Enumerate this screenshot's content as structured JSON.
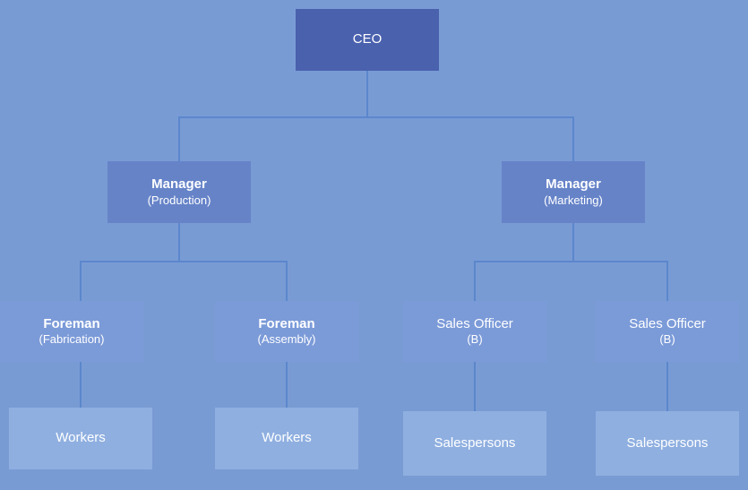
{
  "chart_data": {
    "type": "diagram",
    "diagram_kind": "organizational-chart",
    "title": "",
    "background_color": "#799bd4",
    "connector_color": "#5b87cc",
    "levels": [
      {
        "level": 0,
        "color": "#4a61ae"
      },
      {
        "level": 1,
        "color": "#6683c8"
      },
      {
        "level": 2,
        "color": "#7b9ad8"
      },
      {
        "level": 3,
        "color": "#8fafe0"
      }
    ],
    "nodes": [
      {
        "id": "ceo",
        "title": "CEO",
        "sub": "",
        "bold": false,
        "level": 0,
        "parent": null
      },
      {
        "id": "mgr-production",
        "title": "Manager",
        "sub": "(Production)",
        "bold": true,
        "level": 1,
        "parent": "ceo"
      },
      {
        "id": "mgr-marketing",
        "title": "Manager",
        "sub": "(Marketing)",
        "bold": true,
        "level": 1,
        "parent": "ceo"
      },
      {
        "id": "foreman-fabrication",
        "title": "Foreman",
        "sub": "(Fabrication)",
        "bold": true,
        "level": 2,
        "parent": "mgr-production"
      },
      {
        "id": "foreman-assembly",
        "title": "Foreman",
        "sub": "(Assembly)",
        "bold": true,
        "level": 2,
        "parent": "mgr-production"
      },
      {
        "id": "sales-officer-b-1",
        "title": "Sales Officer",
        "sub": "(B)",
        "bold": false,
        "level": 2,
        "parent": "mgr-marketing"
      },
      {
        "id": "sales-officer-b-2",
        "title": "Sales Officer",
        "sub": "(B)",
        "bold": false,
        "level": 2,
        "parent": "mgr-marketing"
      },
      {
        "id": "workers-1",
        "title": "Workers",
        "sub": "",
        "bold": false,
        "level": 3,
        "parent": "foreman-fabrication"
      },
      {
        "id": "workers-2",
        "title": "Workers",
        "sub": "",
        "bold": false,
        "level": 3,
        "parent": "foreman-assembly"
      },
      {
        "id": "salespersons-1",
        "title": "Salespersons",
        "sub": "",
        "bold": false,
        "level": 3,
        "parent": "sales-officer-b-1"
      },
      {
        "id": "salespersons-2",
        "title": "Salespersons",
        "sub": "",
        "bold": false,
        "level": 3,
        "parent": "sales-officer-b-2"
      }
    ]
  },
  "nodes": {
    "ceo": {
      "title": "CEO",
      "sub": ""
    },
    "mgr_production": {
      "title": "Manager",
      "sub": "(Production)"
    },
    "mgr_marketing": {
      "title": "Manager",
      "sub": "(Marketing)"
    },
    "foreman_fabrication": {
      "title": "Foreman",
      "sub": "(Fabrication)"
    },
    "foreman_assembly": {
      "title": "Foreman",
      "sub": "(Assembly)"
    },
    "sales_officer_1": {
      "title": "Sales Officer",
      "sub": "(B)"
    },
    "sales_officer_2": {
      "title": "Sales Officer",
      "sub": "(B)"
    },
    "workers_1": {
      "title": "Workers",
      "sub": ""
    },
    "workers_2": {
      "title": "Workers",
      "sub": ""
    },
    "salespersons_1": {
      "title": "Salespersons",
      "sub": ""
    },
    "salespersons_2": {
      "title": "Salespersons",
      "sub": ""
    }
  }
}
